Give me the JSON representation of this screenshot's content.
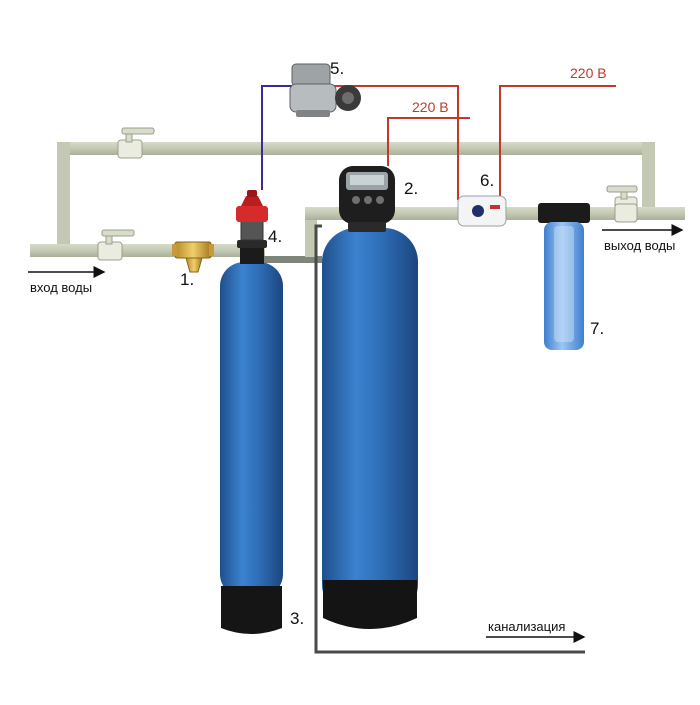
{
  "labels": {
    "inlet": "вход воды",
    "outlet": "выход воды",
    "drain": "канализация",
    "voltage_top": "220 В",
    "voltage_mid": "220 В",
    "n1": "1.",
    "n2": "2.",
    "n3": "3.",
    "n4": "4.",
    "n5": "5.",
    "n6": "6.",
    "n7": "7."
  },
  "colors": {
    "pipe": "#c6ccb8",
    "pipe_edge": "#aab09c",
    "tank_blue": "#2f6fb8",
    "tank_blue_dark": "#1f4f8c",
    "tank_base": "#1a1a1a",
    "wire_red": "#c0392b",
    "wire_blue": "#3a2a9a",
    "drain_line": "#4a4a4a",
    "filter_blue": "#5b9ae0"
  },
  "icons": {
    "valve": "ball-valve-icon",
    "strainer": "brass-strainer-icon",
    "aeration_head": "red-aeration-valve-icon",
    "compressor": "air-compressor-icon",
    "control_head": "control-valve-head-icon",
    "relay": "flow-relay-icon",
    "housing": "big-blue-filter-icon"
  }
}
